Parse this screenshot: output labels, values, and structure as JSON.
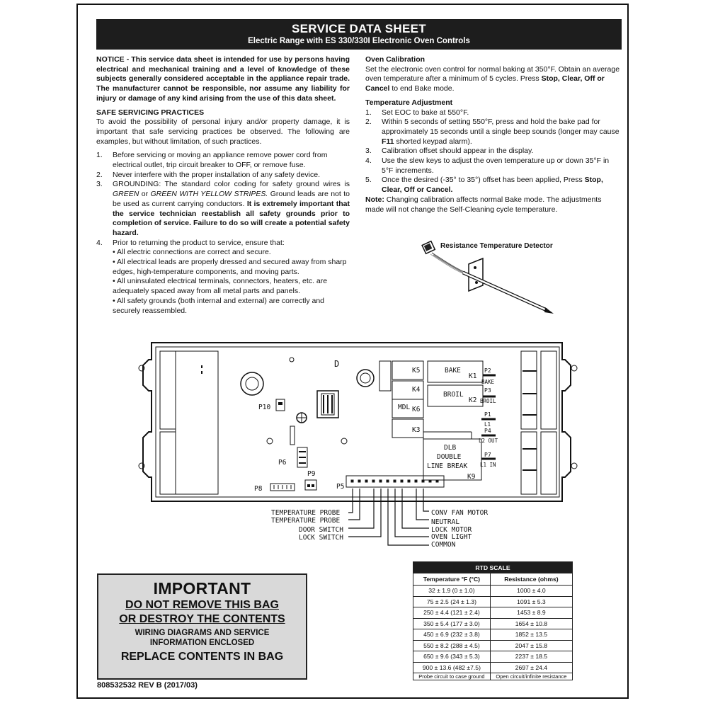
{
  "banner": {
    "title": "SERVICE DATA SHEET",
    "subtitle": "Electric Range with ES 330/330I Electronic Oven Controls"
  },
  "left": {
    "notice": "NOTICE - This service data sheet is intended for use by persons having electrical and mechanical training and a level of knowledge of these subjects generally considered acceptable in the appliance repair trade. The manufacturer cannot be responsible, nor assume any liability for injury or damage of any kind arising from the use of this data sheet.",
    "safe_heading": "SAFE SERVICING PRACTICES",
    "safe_intro": "To avoid the possibility of personal injury and/or property damage, it is important that safe servicing practices be observed. The following are examples, but without limitation, of such practices.",
    "item1_num": "1.",
    "item1": "Before servicing or moving an appliance remove power cord from electrical outlet, trip circuit breaker to OFF, or remove fuse.",
    "item2_num": "2.",
    "item2": "Never interfere with the proper installation of any safety device.",
    "item3_num": "3.",
    "item3_a": "GROUNDING: The standard color coding for safety ground wires is",
    "item3_green": "GREEN",
    "item3_or": "or",
    "item3_stripes": "GREEN WITH YELLOW STRIPES.",
    "item3_b": "Ground leads are not to be used as current carrying conductors.",
    "item3_bold": "It is extremely important that the service technician reestablish all safety grounds prior to completion of service. Failure to do so will create a potential safety hazard.",
    "item4_num": "4.",
    "item4": "Prior to returning the product to service, ensure that:",
    "item4_bullets": [
      "• All electric connections are correct and secure.",
      "• All electrical leads are properly dressed and secured away from sharp edges, high-temperature components, and moving parts.",
      "• All uninsulated electrical terminals, connectors, heaters, etc. are adequately spaced away from all metal parts and panels.",
      "• All safety grounds (both internal and external) are correctly and securely reassembled."
    ]
  },
  "right": {
    "cal_heading": "Oven Calibration",
    "cal_text": "Set the electronic oven control for normal baking at 350°F. Obtain an average oven temperature after a minimum of 5 cycles. Press",
    "cal_bold": "Stop, Clear, Off or Cancel",
    "cal_end": "to end Bake mode.",
    "adj_heading": "Temperature Adjustment",
    "steps": [
      {
        "n": "1.",
        "text": "Set EOC to bake at 550°F."
      },
      {
        "n": "2.",
        "text": "Within 5 seconds of setting 550°F, press and hold the bake pad for approximately 15 seconds until a single beep sounds (longer may cause",
        "bold": "F11",
        "after": "shorted keypad alarm)."
      },
      {
        "n": "3.",
        "text": "Calibration offset should appear in the display."
      },
      {
        "n": "4.",
        "text": "Use the slew keys to adjust the oven temperature up or down 35°F in 5°F increments."
      },
      {
        "n": "5.",
        "text": "Once the desired (-35° to 35°) offset has been applied, Press",
        "bold": "Stop, Clear, Off or Cancel",
        "after": "."
      }
    ],
    "note_label": "Note:",
    "note_text": "Changing calibration affects normal Bake mode. The adjustments made will not change the Self-Cleaning cycle temperature.",
    "rtd_label": "Resistance Temperature Detector"
  },
  "board": {
    "relays": [
      "K5",
      "K4",
      "MDL",
      "K6",
      "K3"
    ],
    "bake": "BAKE",
    "k1": "K1",
    "broil": "BROIL",
    "k2": "K2",
    "p2": "P2",
    "p2_sub": "BAKE",
    "p3": "P3",
    "p3_sub": "BROIL",
    "p1": "P1",
    "p1_sub": "L1",
    "p4": "P4",
    "p4_sub": "L2 OUT",
    "p7": "P7",
    "p7_sub": "L1 IN",
    "dlb1": "DLB",
    "dlb2": "DOUBLE",
    "dlb3": "LINE BREAK",
    "k9": "K9",
    "p10": "P10",
    "p6": "P6",
    "p9": "P9",
    "p8": "P8",
    "p5": "P5",
    "d": "D",
    "left_wires": [
      "TEMPERATURE PROBE",
      "TEMPERATURE PROBE",
      "DOOR SWITCH",
      "LOCK SWITCH"
    ],
    "right_wires": [
      "CONV FAN MOTOR",
      "NEUTRAL",
      "LOCK MOTOR",
      "OVEN LIGHT",
      "COMMON"
    ]
  },
  "important": {
    "title": "IMPORTANT",
    "line1": "DO NOT REMOVE THIS BAG",
    "line2": "OR DESTROY THE CONTENTS",
    "line3": "WIRING DIAGRAMS AND SERVICE",
    "line4": "INFORMATION ENCLOSED",
    "line5": "REPLACE CONTENTS IN BAG"
  },
  "doc_number": "808532532 REV B (2017/03)",
  "rtd_table": {
    "caption": "RTD SCALE",
    "col1": "Temperature °F (°C)",
    "col2": "Resistance (ohms)",
    "rows": [
      [
        "32 ± 1.9 (0 ± 1.0)",
        "1000 ± 4.0"
      ],
      [
        "75 ± 2.5 (24 ± 1.3)",
        "1091 ± 5.3"
      ],
      [
        "250 ± 4.4 (121 ± 2.4)",
        "1453 ± 8.9"
      ],
      [
        "350 ± 5.4 (177 ± 3.0)",
        "1654 ± 10.8"
      ],
      [
        "450 ± 6.9 (232 ± 3.8)",
        "1852 ± 13.5"
      ],
      [
        "550 ± 8.2 (288 ± 4.5)",
        "2047 ± 15.8"
      ],
      [
        "650 ± 9.6 (343 ± 5.3)",
        "2237 ± 18.5"
      ],
      [
        "900 ± 13.6 (482 ±7.5)",
        "2697 ± 24.4"
      ]
    ],
    "foot1": "Probe circuit to case ground",
    "foot2": "Open circuit/infinite resistance"
  }
}
